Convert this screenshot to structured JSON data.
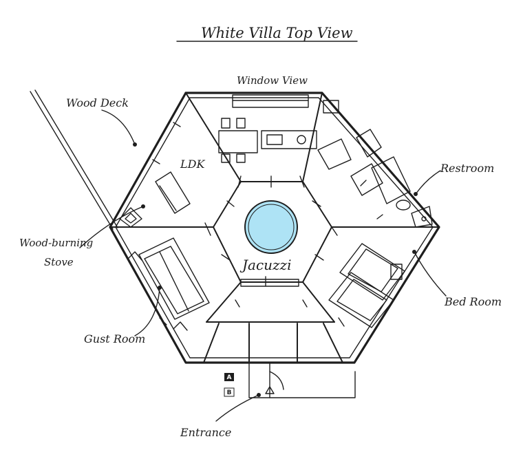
{
  "title": "White Villa Top View",
  "labels": {
    "window_view": "Window View",
    "wood_deck": "Wood Deck",
    "ldk": "LDK",
    "restroom": "Restroom",
    "wood_burning_stove_line1": "Wood-burning",
    "wood_burning_stove_line2": "Stove",
    "jacuzzi": "Jacuzzi",
    "bed_room": "Bed Room",
    "guest_room": "Gust Room",
    "entrance": "Entrance"
  },
  "markers": {
    "a": "A",
    "b": "B"
  },
  "colors": {
    "ink": "#1e1e1e",
    "jacuzzi_water": "#aee3f5",
    "background": "#ffffff"
  }
}
